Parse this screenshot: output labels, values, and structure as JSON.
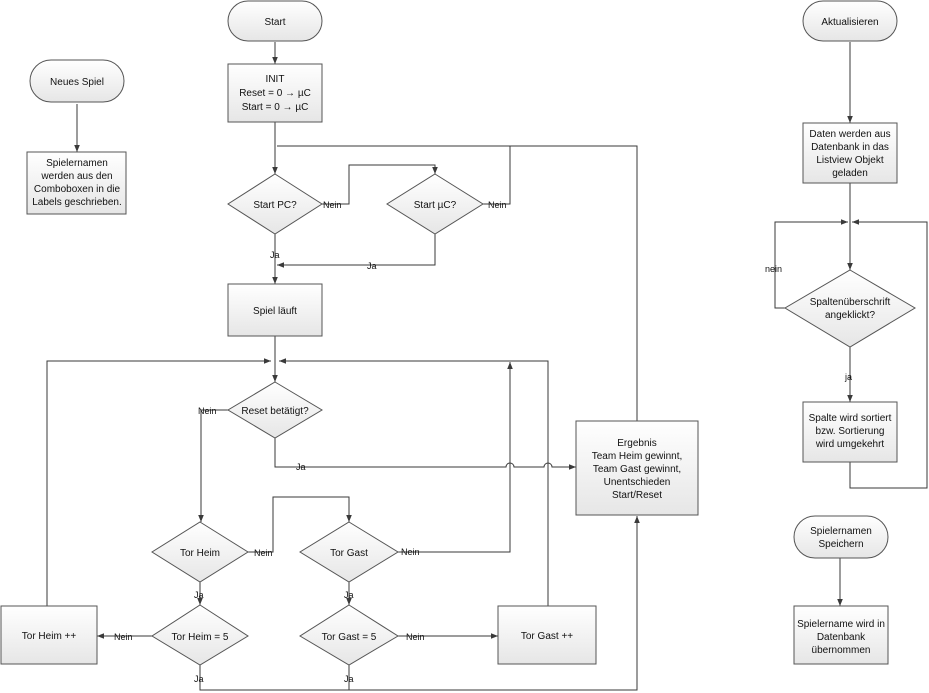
{
  "nodes": {
    "start": "Start",
    "init": [
      "INIT",
      "Reset = 0 →    µC",
      "Start = 0 →    µC"
    ],
    "start_pc": "Start PC?",
    "start_uc": "Start µC?",
    "spiel_laeuft": "Spiel läuft",
    "reset_betaetigt": "Reset betätigt?",
    "tor_heim": "Tor Heim",
    "tor_gast": "Tor Gast",
    "tor_heim_5": "Tor Heim = 5",
    "tor_gast_5": "Tor Gast = 5",
    "tor_heim_pp": "Tor Heim ++",
    "tor_gast_pp": "Tor Gast ++",
    "ergebnis": [
      "Ergebnis",
      "Team Heim gewinnt,",
      "Team Gast gewinnt,",
      "Unentschieden",
      "Start/Reset"
    ],
    "neues_spiel": "Neues Spiel",
    "spielernamen_labels": [
      "Spielernamen",
      "werden aus den",
      "Comboboxen in die",
      "Labels geschrieben."
    ],
    "aktualisieren": "Aktualisieren",
    "daten_geladen": [
      "Daten werden aus",
      "Datenbank in das",
      "Listview Objekt",
      "geladen"
    ],
    "spaltenueberschrift": [
      "Spaltenüberschrift",
      "angeklickt?"
    ],
    "spalte_sortiert": [
      "Spalte wird sortiert",
      "bzw. Sortierung",
      "wird umgekehrt"
    ],
    "spielernamen_speichern": [
      "Spielernamen",
      "Speichern"
    ],
    "spielername_uebernommen": [
      "Spielername wird in",
      "Datenbank",
      "übernommen"
    ]
  },
  "edge_labels": {
    "nein": "Nein",
    "ja": "Ja",
    "nein_lower": "nein",
    "ja_lower": "ja"
  }
}
